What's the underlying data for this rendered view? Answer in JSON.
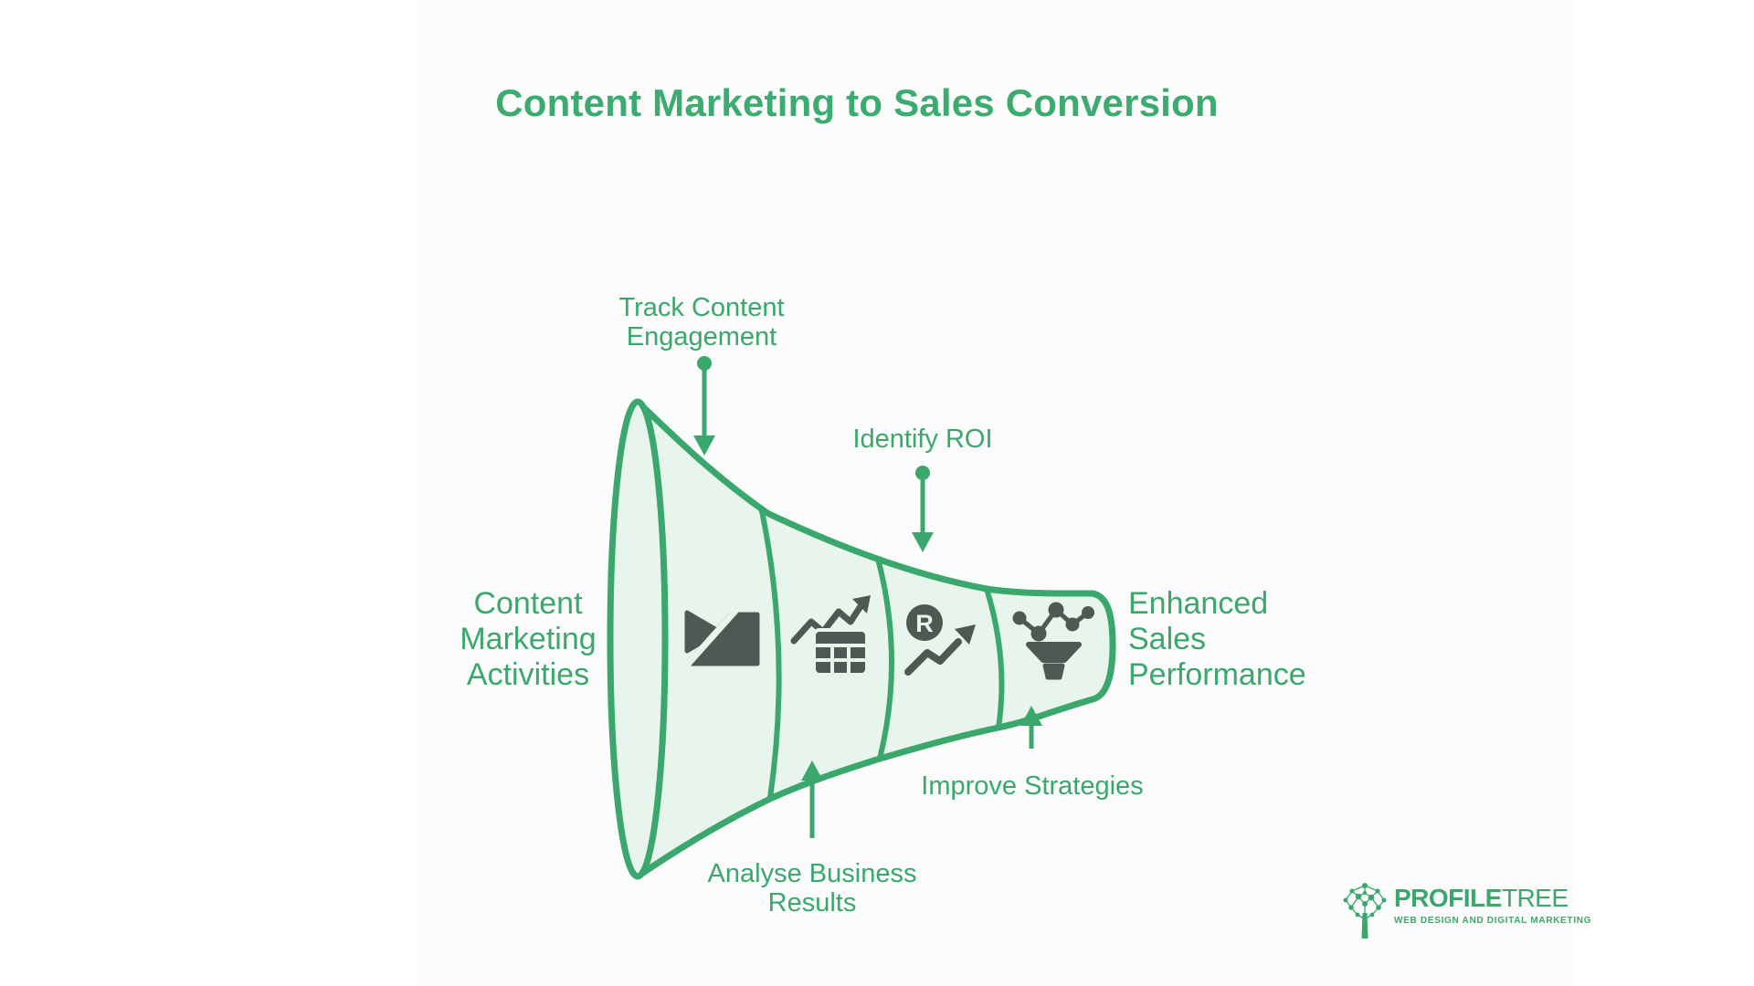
{
  "title": "Content Marketing to Sales Conversion",
  "colors": {
    "green_accent": "#3aa76c",
    "funnel_fill": "#e8f5ed",
    "icon_dark": "#4c5a53",
    "panel_bg": "#fcfcfc"
  },
  "funnel": {
    "input_label": {
      "line1": "Content",
      "line2": "Marketing",
      "line3": "Activities"
    },
    "output_label": {
      "line1": "Enhanced",
      "line2": "Sales",
      "line3": "Performance"
    },
    "annotations": {
      "track": {
        "line1": "Track Content",
        "line2": "Engagement"
      },
      "identify": {
        "line1": "Identify ROI"
      },
      "analyse": {
        "line1": "Analyse Business",
        "line2": "Results"
      },
      "improve": {
        "line1": "Improve Strategies"
      }
    },
    "icon_names": [
      "campaign-content-icon",
      "analytics-table-icon",
      "roi-growth-icon",
      "data-funnel-icon"
    ],
    "roi_letter": "R"
  },
  "logo": {
    "brand_profile": "PROFILE",
    "brand_tree": "TREE",
    "tagline": "WEB DESIGN AND DIGITAL MARKETING"
  }
}
